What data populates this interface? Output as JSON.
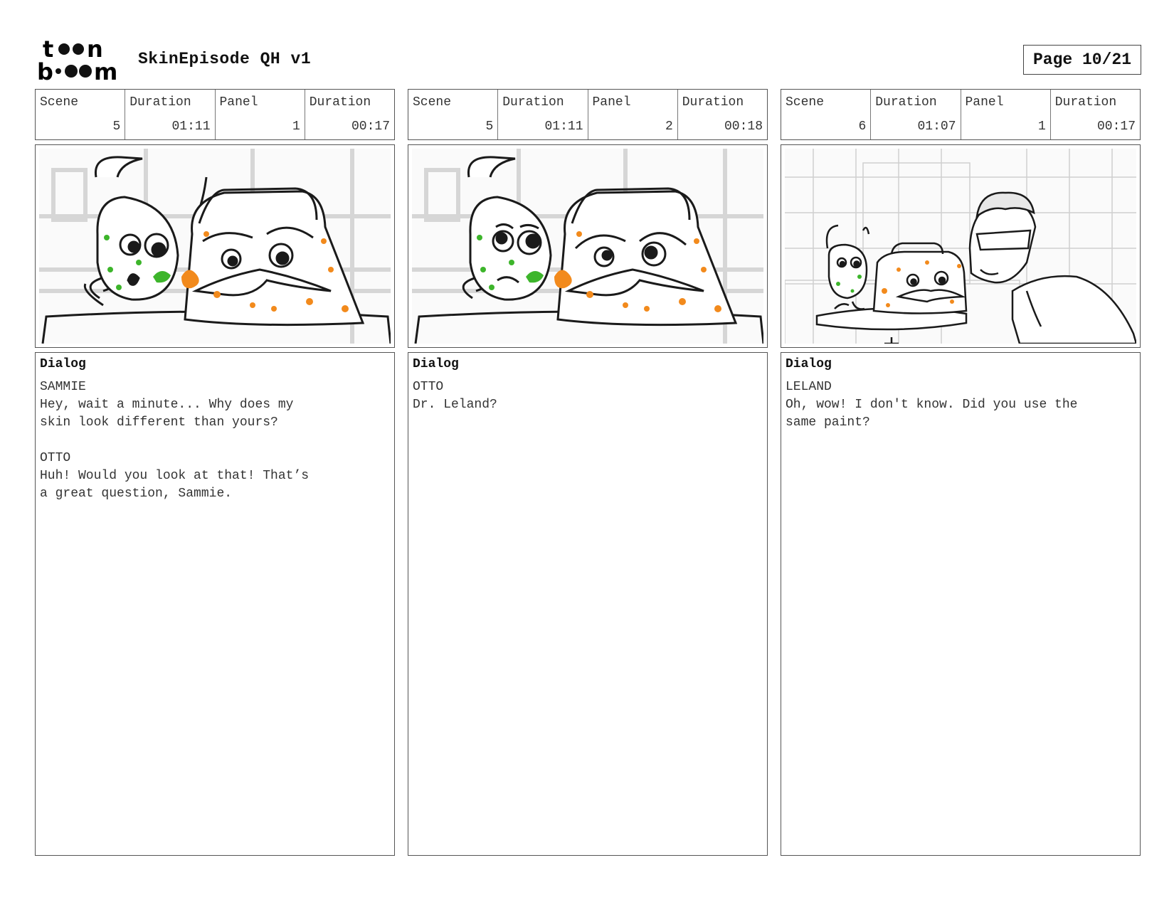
{
  "header": {
    "logo_top": "t",
    "logo_n": "n",
    "logo_b": "b",
    "logo_m": "m",
    "title": "SkinEpisode QH v1",
    "page": "Page 10/21"
  },
  "colors": {
    "green": "#3db52b",
    "orange": "#f28a1c",
    "line": "#1a1a1a",
    "sketch_bg": "#d9d9d9"
  },
  "panels": [
    {
      "scene_label": "Scene",
      "scene": "5",
      "scene_duration_label": "Duration",
      "scene_duration": "01:11",
      "panel_label": "Panel",
      "panel": "1",
      "panel_duration_label": "Duration",
      "panel_duration": "00:17",
      "dialog_heading": "Dialog",
      "dialog": [
        {
          "speaker": "SAMMIE",
          "lines": [
            "Hey, wait a minute... Why does my",
            "skin look different than yours?"
          ]
        },
        {
          "speaker": "OTTO",
          "lines": [
            "Huh! Would you look at that! That’s",
            "a great question, Sammie."
          ]
        }
      ]
    },
    {
      "scene_label": "Scene",
      "scene": "5",
      "scene_duration_label": "Duration",
      "scene_duration": "01:11",
      "panel_label": "Panel",
      "panel": "2",
      "panel_duration_label": "Duration",
      "panel_duration": "00:18",
      "dialog_heading": "Dialog",
      "dialog": [
        {
          "speaker": "OTTO",
          "lines": [
            "Dr. Leland?"
          ]
        }
      ]
    },
    {
      "scene_label": "Scene",
      "scene": "6",
      "scene_duration_label": "Duration",
      "scene_duration": "01:07",
      "panel_label": "Panel",
      "panel": "1",
      "panel_duration_label": "Duration",
      "panel_duration": "00:17",
      "dialog_heading": "Dialog",
      "dialog": [
        {
          "speaker": "LELAND",
          "lines": [
            "Oh, wow! I don't know. Did you use the",
            "same paint?"
          ]
        }
      ]
    }
  ]
}
